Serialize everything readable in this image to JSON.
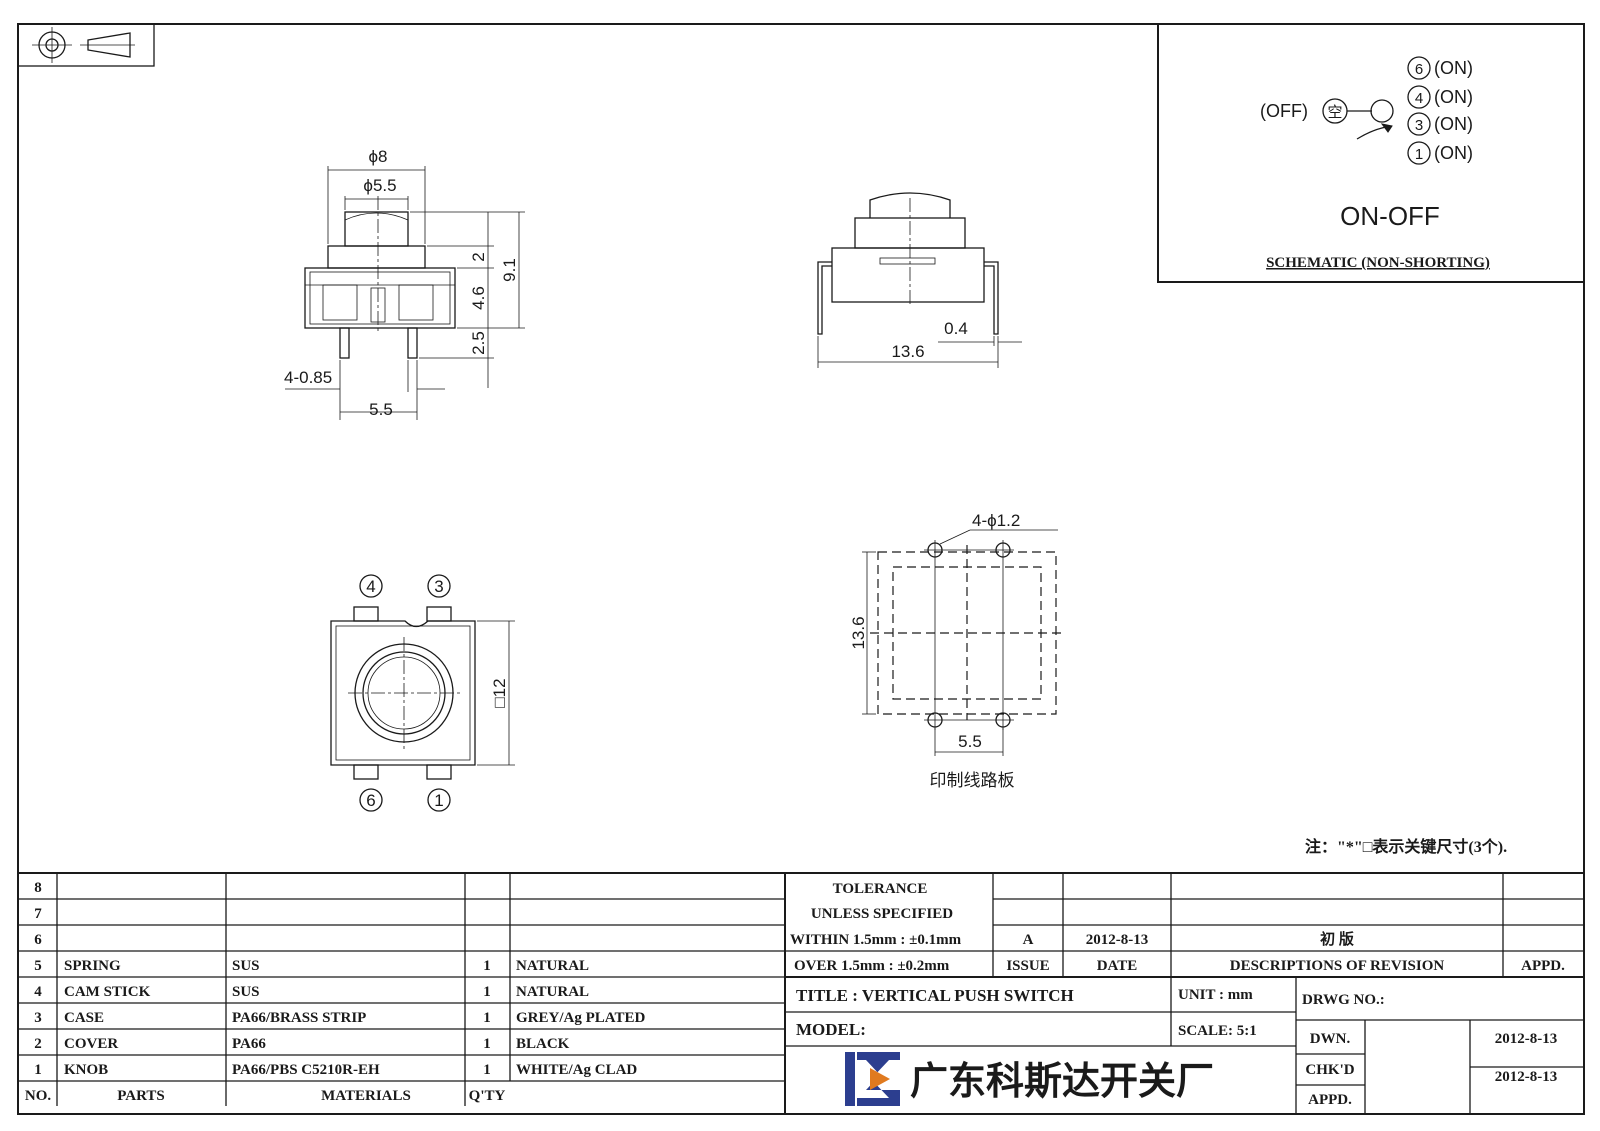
{
  "drawing": {
    "side_view": {
      "dim_cap_outer": "ϕ8",
      "dim_cap_inner": "ϕ5.5",
      "dim_cap_height": "2",
      "dim_total_height": "9.1",
      "dim_body_height": "4.6",
      "dim_pin_length": "2.5",
      "dim_pin_width": "4-0.85",
      "dim_pin_pitch": "5.5"
    },
    "front_view": {
      "dim_lead_thickness": "0.4",
      "dim_width": "13.6"
    },
    "top_view": {
      "pin_4": "4",
      "pin_3": "3",
      "pin_6": "6",
      "pin_1": "1",
      "dim_square": "□12"
    },
    "pcb_view": {
      "dim_holes": "4-ϕ1.2",
      "dim_height": "13.6",
      "dim_pitch": "5.5",
      "caption": "印制线路板"
    },
    "note": "注：\"*\"□表示关键尺寸(3个)."
  },
  "schematic": {
    "off_label": "(OFF)",
    "off_symbol": "空",
    "positions": [
      {
        "num": "6",
        "state": "(ON)"
      },
      {
        "num": "4",
        "state": "(ON)"
      },
      {
        "num": "3",
        "state": "(ON)"
      },
      {
        "num": "1",
        "state": "(ON)"
      }
    ],
    "mode": "ON-OFF",
    "caption": "SCHEMATIC (NON-SHORTING)"
  },
  "bom": {
    "header": {
      "no": "NO.",
      "parts": "PARTS",
      "materials": "MATERIALS",
      "qty": "Q'TY"
    },
    "rows": [
      {
        "no": "8",
        "part": "",
        "material": "",
        "qty": "",
        "finish": ""
      },
      {
        "no": "7",
        "part": "",
        "material": "",
        "qty": "",
        "finish": ""
      },
      {
        "no": "6",
        "part": "",
        "material": "",
        "qty": "",
        "finish": ""
      },
      {
        "no": "5",
        "part": "SPRING",
        "material": "SUS",
        "qty": "1",
        "finish": "NATURAL"
      },
      {
        "no": "4",
        "part": "CAM STICK",
        "material": "SUS",
        "qty": "1",
        "finish": "NATURAL"
      },
      {
        "no": "3",
        "part": "CASE",
        "material": "PA66/BRASS STRIP",
        "qty": "1",
        "finish": "GREY/Ag PLATED"
      },
      {
        "no": "2",
        "part": "COVER",
        "material": "PA66",
        "qty": "1",
        "finish": "BLACK"
      },
      {
        "no": "1",
        "part": "KNOB",
        "material": "PA66/PBS C5210R-EH",
        "qty": "1",
        "finish": "WHITE/Ag CLAD"
      }
    ]
  },
  "title_block": {
    "tolerance_1": "TOLERANCE",
    "tolerance_2": "UNLESS SPECIFIED",
    "tolerance_3": "WITHIN 1.5mm : ±0.1mm",
    "tolerance_4": "OVER 1.5mm : ±0.2mm",
    "issue": "A",
    "issue_date": "2012-8-13",
    "revision_desc": "初 版",
    "issue_hdr": "ISSUE",
    "date_hdr": "DATE",
    "desc_hdr": "DESCRIPTIONS OF REVISION",
    "appd_hdr": "APPD.",
    "title": "TITLE : VERTICAL PUSH SWITCH",
    "unit": "UNIT : mm",
    "drwg_no": "DRWG NO.:",
    "model": "MODEL:",
    "scale": "SCALE: 5:1",
    "dwn": "DWN.",
    "dwn_date": "2012-8-13",
    "chkd": "CHK'D",
    "chkd_date": "2012-8-13",
    "appd": "APPD.",
    "company": "广东科斯达开关厂"
  },
  "colors": {
    "ink": "#1a1a1a",
    "logo_blue": "#2c3e8f",
    "logo_orange": "#e07a1f"
  }
}
